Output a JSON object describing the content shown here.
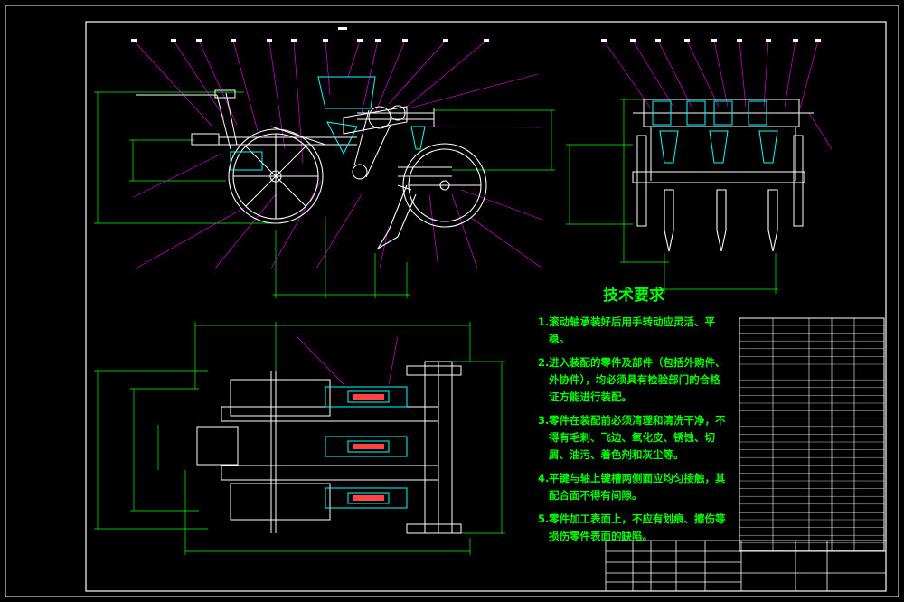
{
  "requirements": {
    "title": "技术要求",
    "items": [
      "滚动轴承装好后用手转动应灵活、平稳。",
      "进入装配的零件及部件（包括外购件、外协件），均必须具有检验部门的合格证方能进行装配。",
      "零件在装配前必须清理和清洗干净，不得有毛刺、飞边、氧化皮、锈蚀、切屑、油污、着色剂和灰尘等。",
      "平键与轴上键槽两侧面应均匀接触，其配合面不得有间隙。",
      "零件加工表面上，不应有划痕、擦伤等损伤零件表面的缺陷。"
    ]
  },
  "colors": {
    "background": "#000000",
    "frame": "#ffffff",
    "geometry": "#ffffff",
    "dimension": "#00ff00",
    "hidden": "#00ffff",
    "leader": "#ff00ff",
    "text": "#00ff00"
  }
}
